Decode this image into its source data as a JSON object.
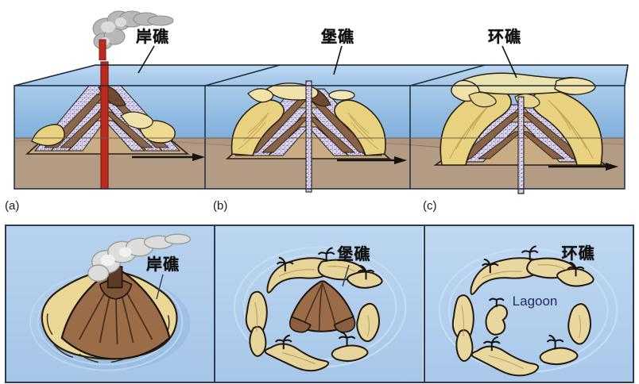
{
  "figure": {
    "title_visible": false,
    "description": "Darwin's coral reef formation sequence: fringing reef, barrier reef, atoll",
    "rows": 2
  },
  "colors": {
    "sky": "#cfe0f2",
    "water_upper": "#9cc0e4",
    "water_deep": "#6ea8d8",
    "box_top_water": "#a9cdea",
    "crust": "#b39b84",
    "lava": "#bb2b1d",
    "lava_dark": "#8e2116",
    "sediment_tan": "#c9ac83",
    "sediment_brown": "#8a6346",
    "speckle_purple": "#b9b3d8",
    "coral_yellow": "#e9d27f",
    "coral_light": "#f2e3ae",
    "smoke": "#b9b9b9",
    "outline": "#1a1a1a",
    "panel_border": "#2e3a52",
    "label_text": "#111111",
    "lagoon_text": "#1d2d53"
  },
  "top_row": {
    "panels": [
      {
        "tag": "(a)",
        "label": "岸礁",
        "label_meaning": "fringing reef",
        "stage": "volcanic island with fringing reef",
        "has_lava_conduit": true,
        "has_eruption_plume": true,
        "has_subsidence_arrow": true
      },
      {
        "tag": "(b)",
        "label": "堡礁",
        "label_meaning": "barrier reef",
        "stage": "subsiding island with barrier reef",
        "has_lava_conduit": false,
        "has_eruption_plume": false,
        "has_subsidence_arrow": true
      },
      {
        "tag": "(c)",
        "label": "环礁",
        "label_meaning": "atoll",
        "stage": "submerged island with atoll ring",
        "has_lava_conduit": false,
        "has_eruption_plume": false,
        "has_subsidence_arrow": true
      }
    ]
  },
  "bottom_row": {
    "panels": [
      {
        "label": "岸礁",
        "label_meaning": "fringing reef",
        "view": "map view of volcanic cone ringed by fringing reef",
        "lagoon_label": null,
        "palm_count": 0
      },
      {
        "label": "堡礁",
        "label_meaning": "barrier reef",
        "view": "map view of island with surrounding barrier reef ring",
        "lagoon_label": null,
        "palm_count": 6
      },
      {
        "label": "环礁",
        "label_meaning": "atoll",
        "view": "map view of atoll ring enclosing a lagoon",
        "lagoon_label": "Lagoon",
        "palm_count": 6
      }
    ]
  }
}
